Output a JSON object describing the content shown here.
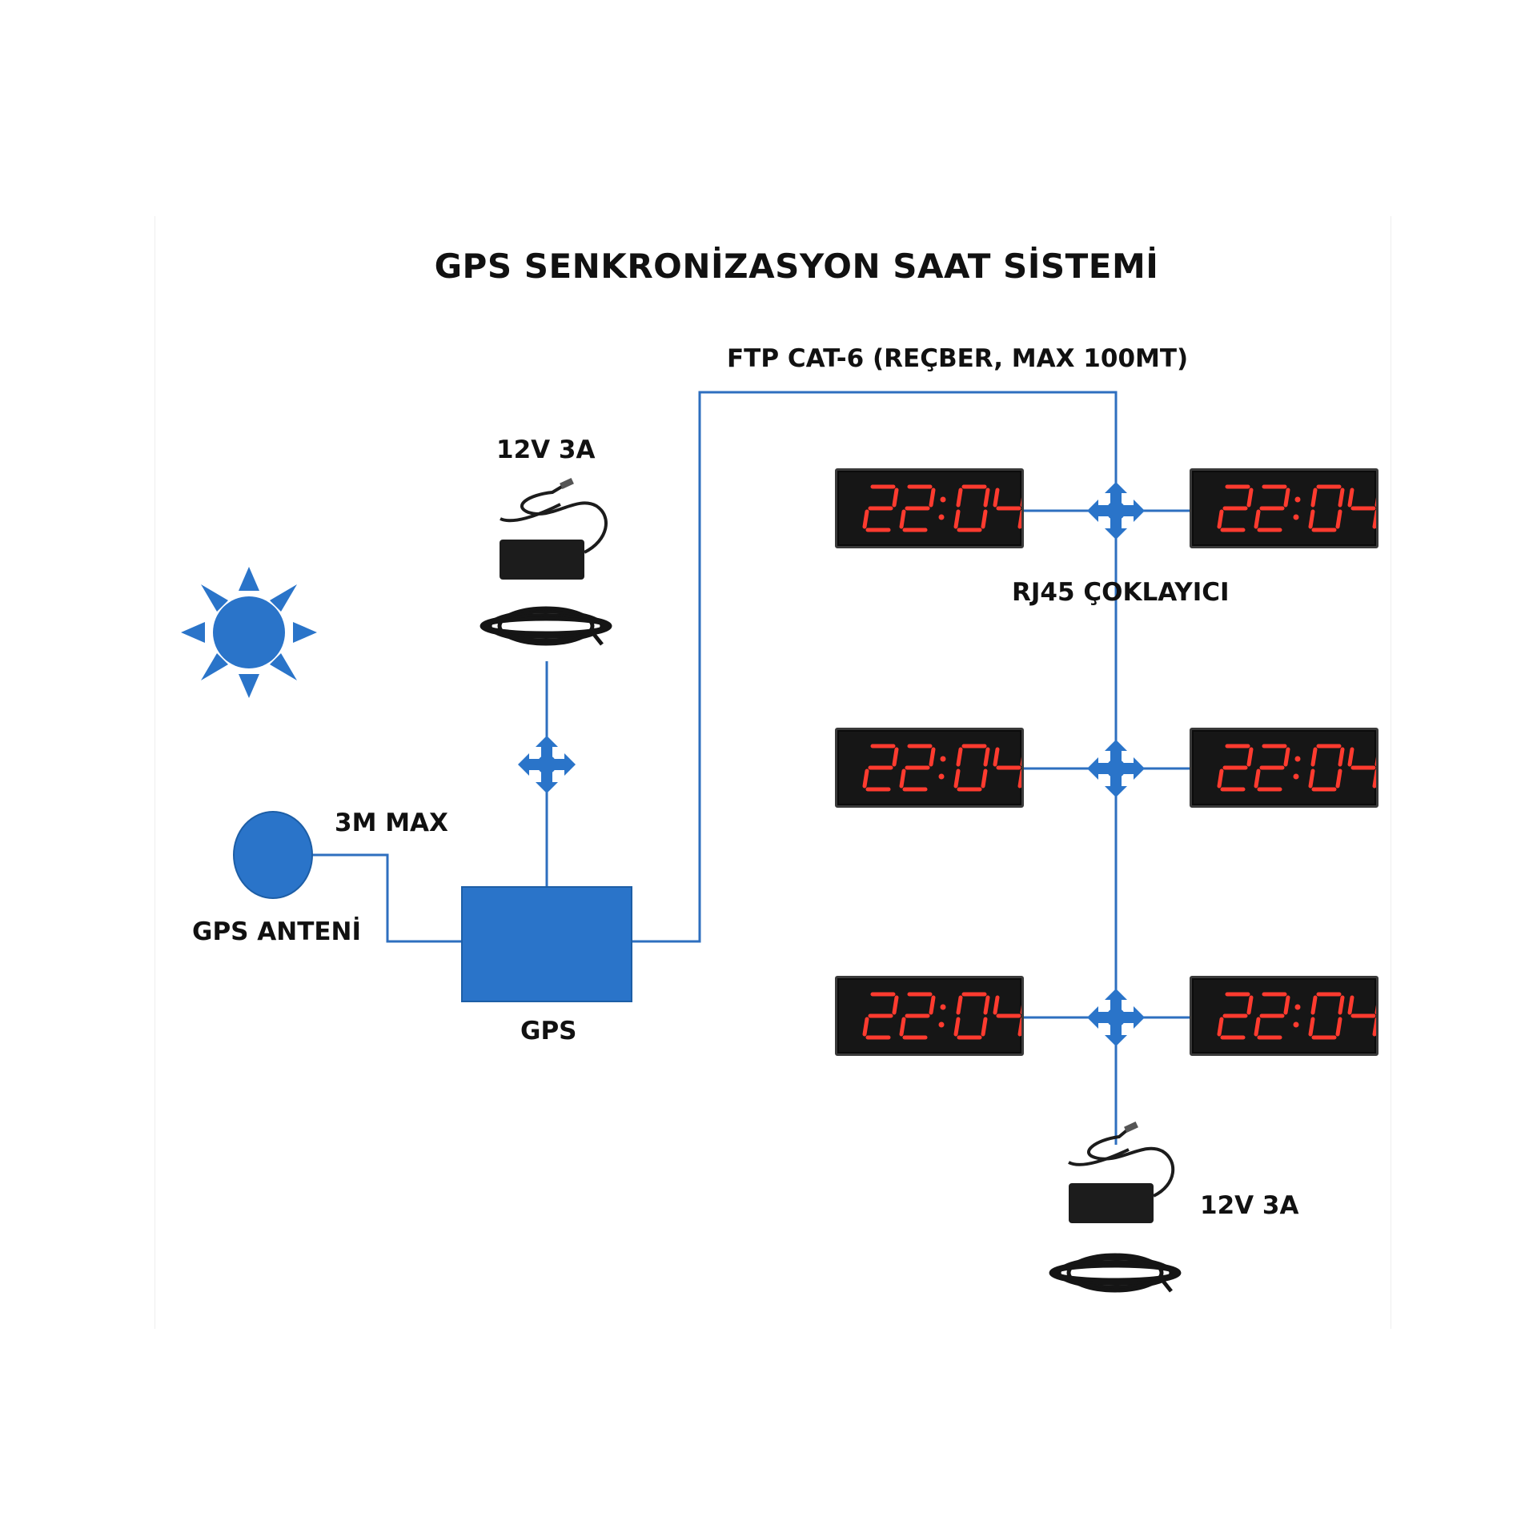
{
  "title": "GPS SENKRONİZASYON SAAT SİSTEMİ",
  "cable_label": "FTP CAT-6 (REÇBER, MAX 100MT)",
  "power_label_top": "12V 3A",
  "power_label_bottom": "12V 3A",
  "splitter_label": "RJ45 ÇOKLAYICI",
  "antenna_label": "GPS ANTENİ",
  "antenna_cable_label": "3M MAX",
  "gps_label": "GPS",
  "clock_display": "22:04",
  "colors": {
    "line": "#2e6fbf",
    "node": "#2a74c9",
    "clock_digit": "#ff3b2f",
    "clock_body": "#161616",
    "adapter": "#1c1c1c"
  },
  "icons": [
    "sun-icon",
    "gps-antenna-icon",
    "gps-receiver-icon",
    "power-adapter-icon",
    "power-cable-icon",
    "rj45-splitter-icon",
    "led-clock-icon"
  ]
}
